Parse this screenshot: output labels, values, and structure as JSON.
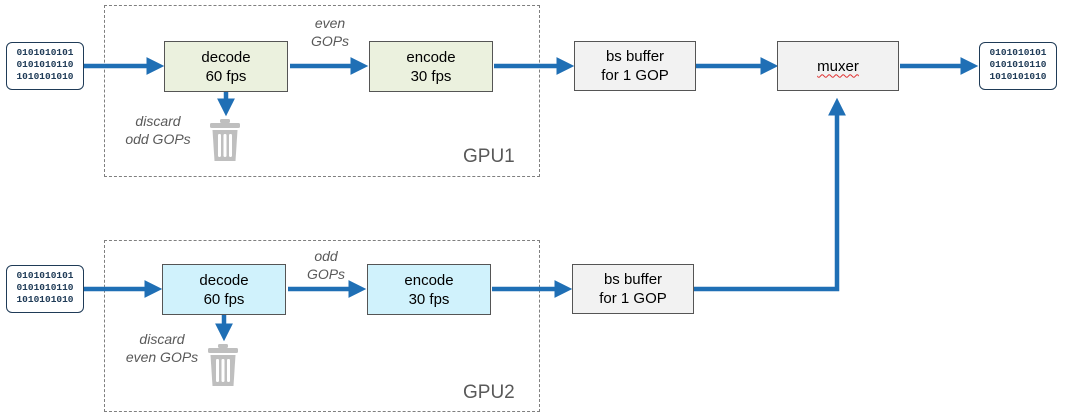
{
  "colors": {
    "arrow": "#1f6fb5",
    "gpu1_box": "#ebf1de",
    "gpu2_box": "#d0f2fc",
    "buffer_box": "#f2f2f2",
    "frame": "#7f7f7f"
  },
  "input_top": {
    "lines": [
      "0101010101",
      "0101010110",
      "1010101010"
    ]
  },
  "input_bottom": {
    "lines": [
      "0101010101",
      "0101010110",
      "1010101010"
    ]
  },
  "output": {
    "lines": [
      "0101010101",
      "0101010110",
      "1010101010"
    ]
  },
  "gpu1": {
    "label": "GPU1",
    "decode": {
      "line1": "decode",
      "line2": "60 fps"
    },
    "encode": {
      "line1": "encode",
      "line2": "30 fps"
    },
    "pass_note": {
      "line1": "even",
      "line2": "GOPs"
    },
    "discard_note": {
      "line1": "discard",
      "line2": "odd GOPs"
    },
    "trash_icon": "trash-icon"
  },
  "gpu2": {
    "label": "GPU2",
    "decode": {
      "line1": "decode",
      "line2": "60 fps"
    },
    "encode": {
      "line1": "encode",
      "line2": "30 fps"
    },
    "pass_note": {
      "line1": "odd",
      "line2": "GOPs"
    },
    "discard_note": {
      "line1": "discard",
      "line2": "even GOPs"
    },
    "trash_icon": "trash-icon"
  },
  "buffer_top": {
    "line1": "bs buffer",
    "line2": "for 1 GOP"
  },
  "buffer_bottom": {
    "line1": "bs buffer",
    "line2": "for 1 GOP"
  },
  "muxer": {
    "label": "muxer"
  }
}
